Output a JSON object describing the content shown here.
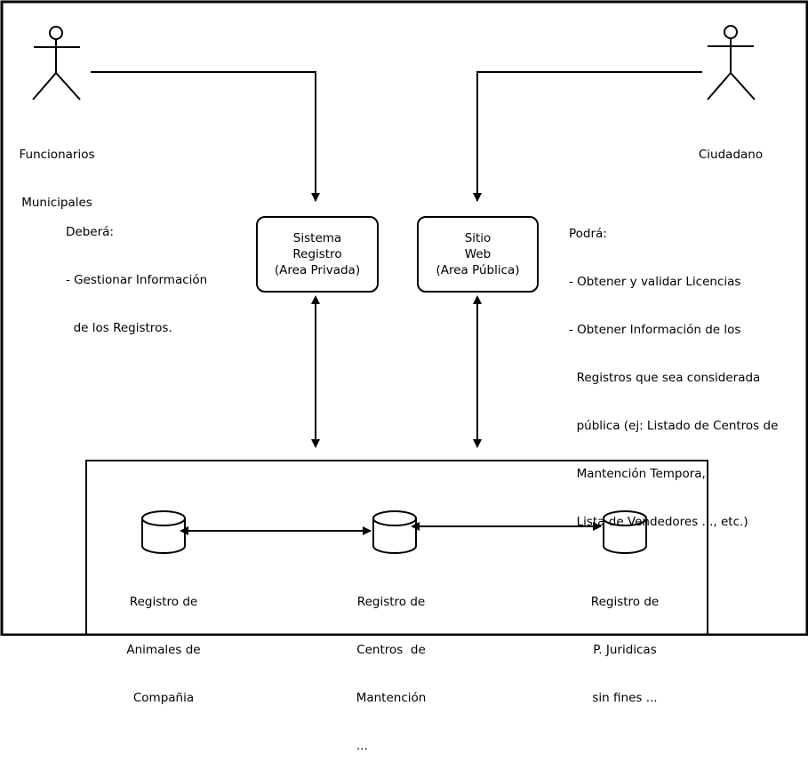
{
  "actors": {
    "funcionarios": {
      "line1": "Funcionarios",
      "line2": "Municipales"
    },
    "ciudadano": {
      "label": "Ciudadano"
    }
  },
  "notes": {
    "debera": [
      "Deberá:",
      "- Gestionar Información",
      "  de los Registros."
    ],
    "podra": [
      "Podrá:",
      "- Obtener y validar Licencias",
      "- Obtener Información de los",
      "  Registros que sea considerada",
      "  pública (ej: Listado de Centros de",
      "  Mantención Tempora,",
      "  Lista de Vendedores ..., etc.)"
    ]
  },
  "systems": {
    "registro": [
      "Sistema",
      "Registro",
      "(Area Privada)"
    ],
    "web": [
      "Sitio",
      "Web",
      "(Area Pública)"
    ]
  },
  "databases": {
    "animales": [
      "Registro de",
      "Animales de",
      "Compañia"
    ],
    "centros": [
      "Registro de",
      "Centros  de",
      "Mantención",
      "..."
    ],
    "juridicas": [
      "Registro de",
      "P. Juridicas",
      "sin fines ..."
    ]
  }
}
